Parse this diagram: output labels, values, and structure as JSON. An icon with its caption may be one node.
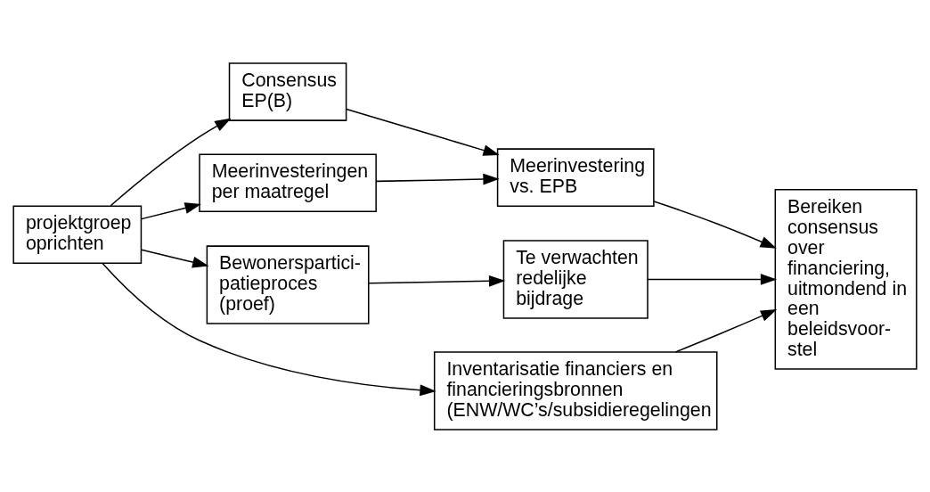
{
  "diagram": {
    "nodes": [
      {
        "text": [
          "projektgroep oprichten"
        ]
      },
      {
        "text": [
          "Consensus EP(B)"
        ]
      },
      {
        "text": [
          "Meerinvesteringen per maatregel"
        ]
      },
      {
        "text": [
          "Bewonerspartici- patieproces (proef)"
        ]
      },
      {
        "text": [
          "Inventarisatie financiers en financieringsbronnen (ENW/WC’s/subsidieregelingen"
        ]
      },
      {
        "text": [
          "Meerinvestering vs. EPB"
        ]
      },
      {
        "text": [
          "Te verwachten redelijke bijdrage"
        ]
      },
      {
        "text": [
          "Bereiken consensus over financiering, uitmondend in een beleidsvoor- stel"
        ]
      }
    ],
    "edges": [
      {
        "from": 0,
        "to": 1,
        "arrow": "to"
      },
      {
        "from": 0,
        "to": 2,
        "arrow": "to"
      },
      {
        "from": 0,
        "to": 3,
        "arrow": "to"
      },
      {
        "from": 0,
        "to": 4,
        "arrow": "to"
      },
      {
        "from": 1,
        "to": 5,
        "arrow": "to"
      },
      {
        "from": 2,
        "to": 5,
        "arrow": "to"
      },
      {
        "from": 3,
        "to": 6,
        "arrow": "to"
      },
      {
        "from": 5,
        "to": 7,
        "arrow": "to"
      },
      {
        "from": 6,
        "to": 7,
        "arrow": "to"
      },
      {
        "from": 4,
        "to": 7,
        "arrow": "to"
      }
    ]
  }
}
